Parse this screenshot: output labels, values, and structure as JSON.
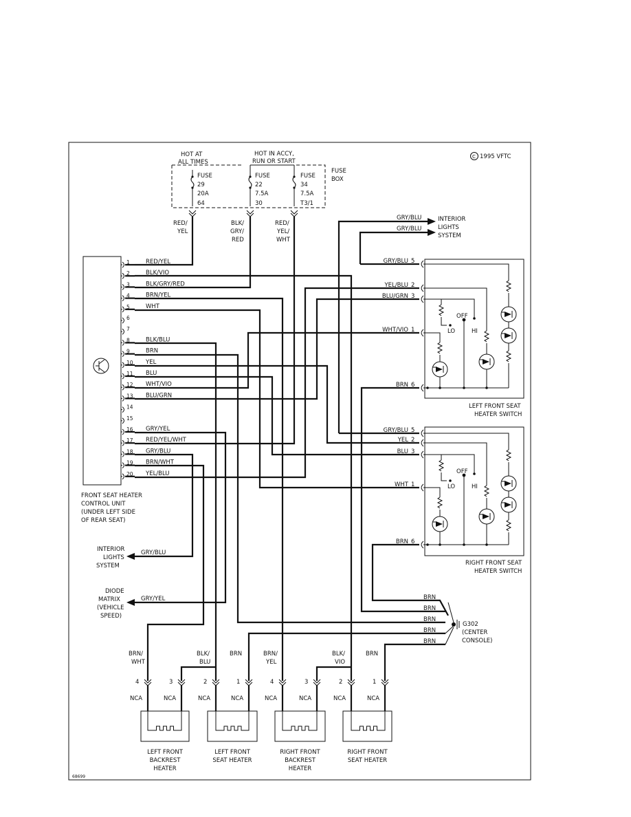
{
  "copyright": "1995 VFTC",
  "fig_id": "68699",
  "fuse_box": {
    "label": [
      "FUSE",
      "BOX"
    ],
    "hot_at_all_times": [
      "HOT AT",
      "ALL TIMES"
    ],
    "hot_in_accy": [
      "HOT IN ACCY,",
      "RUN OR START"
    ],
    "fuses": [
      {
        "lines": [
          "FUSE",
          "29",
          "20A",
          "64"
        ]
      },
      {
        "lines": [
          "FUSE",
          "22",
          "7.5A",
          "30"
        ]
      },
      {
        "lines": [
          "FUSE",
          "34",
          "7.5A",
          "T3/1"
        ]
      }
    ],
    "wires": [
      [
        "RED/",
        "YEL"
      ],
      [
        "BLK/",
        "GRY/",
        "RED"
      ],
      [
        "RED/",
        "YEL/",
        "WHT"
      ]
    ]
  },
  "interior_top": {
    "wire1": "GRY/BLU",
    "wire2": "GRY/BLU",
    "label": [
      "INTERIOR",
      "LIGHTS",
      "SYSTEM"
    ]
  },
  "control_unit": {
    "label": [
      "FRONT SEAT HEATER",
      "CONTROL UNIT",
      "(UNDER LEFT SIDE",
      "OF REAR SEAT)"
    ],
    "pins": [
      {
        "n": "1",
        "w": "RED/YEL"
      },
      {
        "n": "2",
        "w": "BLK/VIO"
      },
      {
        "n": "3",
        "w": "BLK/GRY/RED"
      },
      {
        "n": "4",
        "w": "BRN/YEL"
      },
      {
        "n": "5",
        "w": "WHT"
      },
      {
        "n": "6",
        "w": ""
      },
      {
        "n": "7",
        "w": ""
      },
      {
        "n": "8",
        "w": "BLK/BLU"
      },
      {
        "n": "9",
        "w": "BRN"
      },
      {
        "n": "10",
        "w": "YEL"
      },
      {
        "n": "11",
        "w": "BLU"
      },
      {
        "n": "12",
        "w": "WHT/VIO"
      },
      {
        "n": "13",
        "w": "BLU/GRN"
      },
      {
        "n": "14",
        "w": ""
      },
      {
        "n": "15",
        "w": ""
      },
      {
        "n": "16",
        "w": "GRY/YEL"
      },
      {
        "n": "17",
        "w": "RED/YEL/WHT"
      },
      {
        "n": "18",
        "w": "GRY/BLU"
      },
      {
        "n": "19",
        "w": "BRN/WHT"
      },
      {
        "n": "20",
        "w": "YEL/BLU"
      }
    ]
  },
  "left_switch": {
    "label": [
      "LEFT FRONT SEAT",
      "HEATER SWITCH"
    ],
    "pins": [
      {
        "w": "GRY/BLU",
        "n": "5"
      },
      {
        "w": "YEL/BLU",
        "n": "2"
      },
      {
        "w": "BLU/GRN",
        "n": "3"
      },
      {
        "w": "WHT/VIO",
        "n": "1"
      },
      {
        "w": "BRN",
        "n": "6"
      }
    ],
    "off": "OFF",
    "lo": "LO",
    "hi": "HI"
  },
  "right_switch": {
    "label": [
      "RIGHT FRONT SEAT",
      "HEATER SWITCH"
    ],
    "pins": [
      {
        "w": "GRY/BLU",
        "n": "5"
      },
      {
        "w": "YEL",
        "n": "2"
      },
      {
        "w": "BLU",
        "n": "3"
      },
      {
        "w": "WHT",
        "n": "1"
      },
      {
        "w": "BRN",
        "n": "6"
      }
    ],
    "off": "OFF",
    "lo": "LO",
    "hi": "HI"
  },
  "interior_left": {
    "wire": "GRY/BLU",
    "label": [
      "INTERIOR",
      "LIGHTS",
      "SYSTEM"
    ]
  },
  "diode_matrix": {
    "wire": "GRY/YEL",
    "label": [
      "DIODE",
      "MATRIX",
      "(VEHICLE",
      "SPEED)"
    ]
  },
  "ground": {
    "wires": [
      "BRN",
      "BRN",
      "BRN",
      "BRN",
      "BRN"
    ],
    "label": [
      "G302",
      "(CENTER",
      "CONSOLE)"
    ]
  },
  "connectors": [
    {
      "wire": [
        "BRN/",
        "WHT"
      ],
      "pin": "4",
      "nca": "NCA"
    },
    {
      "wire": [
        "",
        ""
      ],
      "pin": "3",
      "nca": "NCA"
    },
    {
      "wire": [
        "BLK/",
        "BLU"
      ],
      "pin": "2",
      "nca": "NCA"
    },
    {
      "wire": [
        "BRN",
        ""
      ],
      "pin": "1",
      "nca": "NCA"
    },
    {
      "wire": [
        "BRN/",
        "YEL"
      ],
      "pin": "4",
      "nca": "NCA"
    },
    {
      "wire": [
        "",
        ""
      ],
      "pin": "3",
      "nca": "NCA"
    },
    {
      "wire": [
        "BLK/",
        "VIO"
      ],
      "pin": "2",
      "nca": "NCA"
    },
    {
      "wire": [
        "BRN",
        ""
      ],
      "pin": "1",
      "nca": "NCA"
    }
  ],
  "heaters": [
    {
      "label": [
        "LEFT FRONT",
        "BACKREST",
        "HEATER"
      ]
    },
    {
      "label": [
        "LEFT FRONT",
        "SEAT HEATER"
      ]
    },
    {
      "label": [
        "RIGHT FRONT",
        "BACKREST",
        "HEATER"
      ]
    },
    {
      "label": [
        "RIGHT FRONT",
        "SEAT HEATER"
      ]
    }
  ]
}
